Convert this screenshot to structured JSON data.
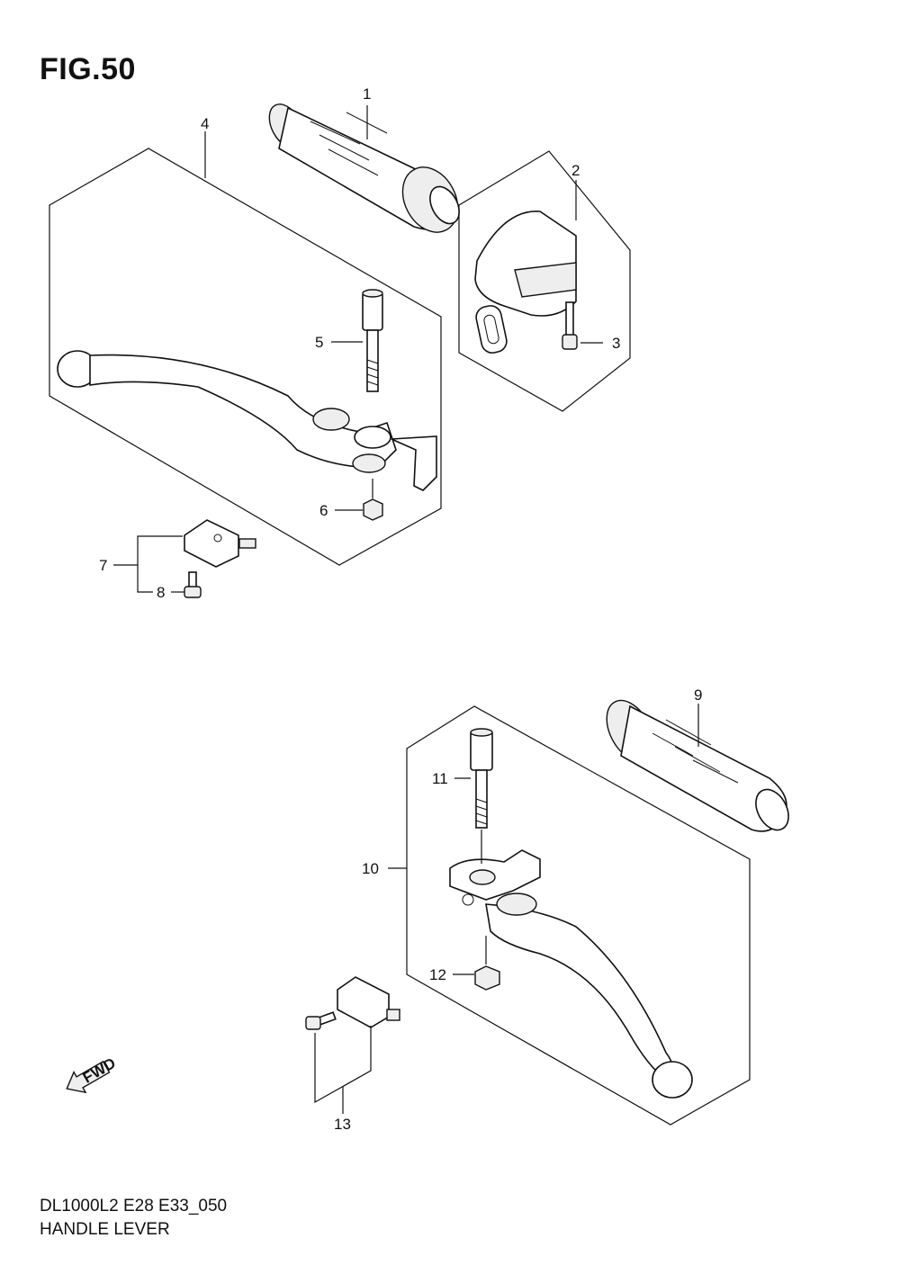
{
  "figure": {
    "title": "FIG.50",
    "code": "DL1000L2 E28 E33_050",
    "name": "HANDLE LEVER"
  },
  "callouts": [
    "1",
    "2",
    "3",
    "4",
    "5",
    "6",
    "7",
    "8",
    "9",
    "10",
    "11",
    "12",
    "13"
  ],
  "fwd_label": "FWD"
}
